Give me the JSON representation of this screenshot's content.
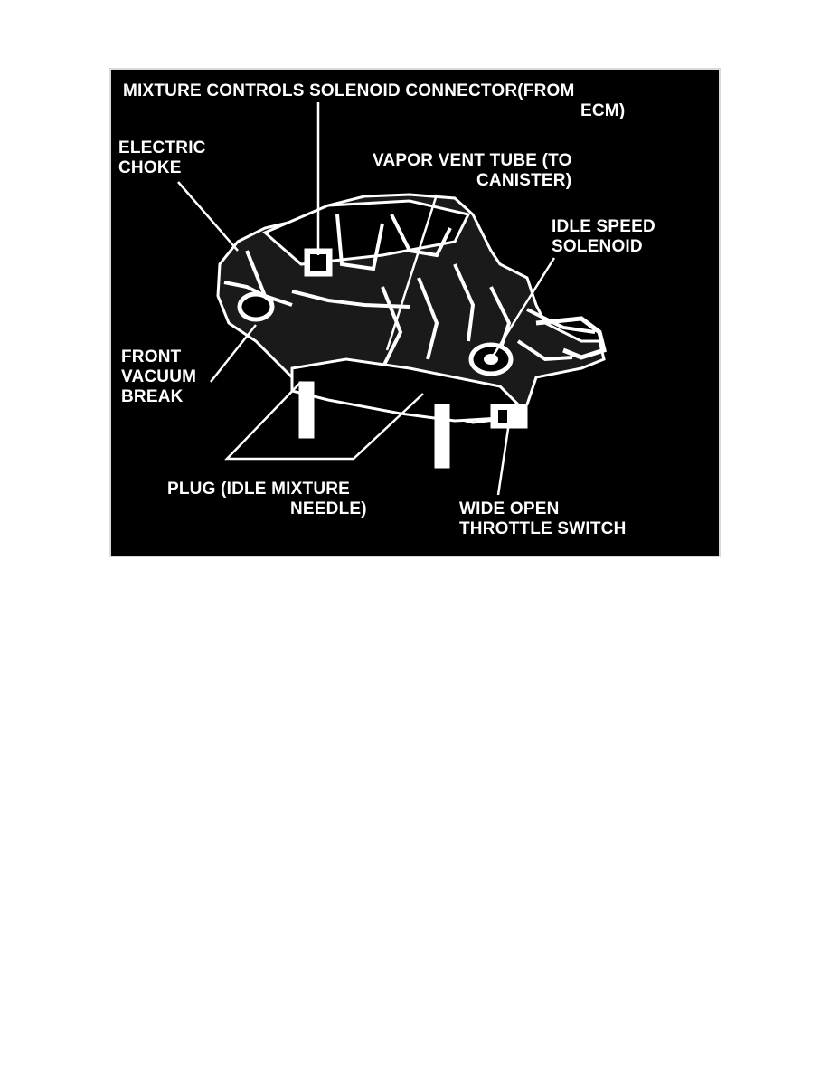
{
  "figure": {
    "background_color": "#000000",
    "line_color": "#ffffff",
    "illustration": "carburetor-illustration",
    "callouts": {
      "mixture_controls_solenoid_connector": {
        "line1": "MIXTURE CONTROLS SOLENOID CONNECTOR(FROM",
        "line2": "ECM)"
      },
      "electric_choke": {
        "line1": "ELECTRIC",
        "line2": "CHOKE"
      },
      "vapor_vent_tube": {
        "line1": "VAPOR VENT TUBE (TO",
        "line2": "CANISTER)"
      },
      "idle_speed_solenoid": {
        "line1": "IDLE SPEED",
        "line2": "SOLENOID"
      },
      "front_vacuum_break": {
        "line1": "FRONT",
        "line2": "VACUUM",
        "line3": "BREAK"
      },
      "plug_idle_mixture_needle": {
        "line1": "PLUG (IDLE MIXTURE",
        "line2": "NEEDLE)"
      },
      "wide_open_throttle_switch": {
        "line1": "WIDE OPEN",
        "line2": "THROTTLE SWITCH"
      }
    }
  }
}
